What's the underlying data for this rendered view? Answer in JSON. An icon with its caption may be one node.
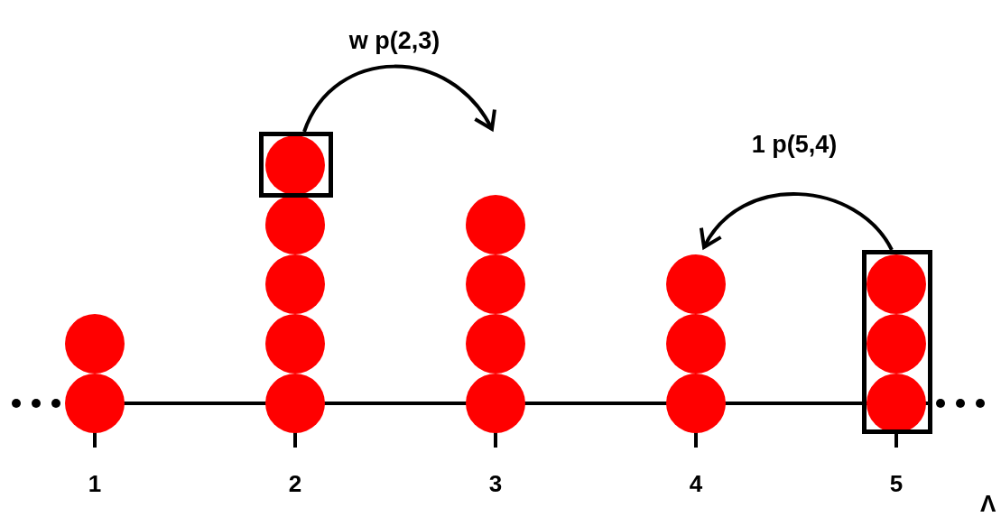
{
  "diagram": {
    "nodes": [
      {
        "text": [],
        "shape": "box"
      },
      {
        "text": [],
        "shape": "box"
      }
    ],
    "edges": [
      {
        "from": 0,
        "to": null,
        "arrow": "to",
        "label": "w p(2,3)"
      },
      {
        "from": 1,
        "to": null,
        "arrow": "to",
        "label": "1 p(5,4)"
      }
    ],
    "labels": [
      "1",
      "2",
      "3",
      "4",
      "5",
      "Λ"
    ]
  }
}
